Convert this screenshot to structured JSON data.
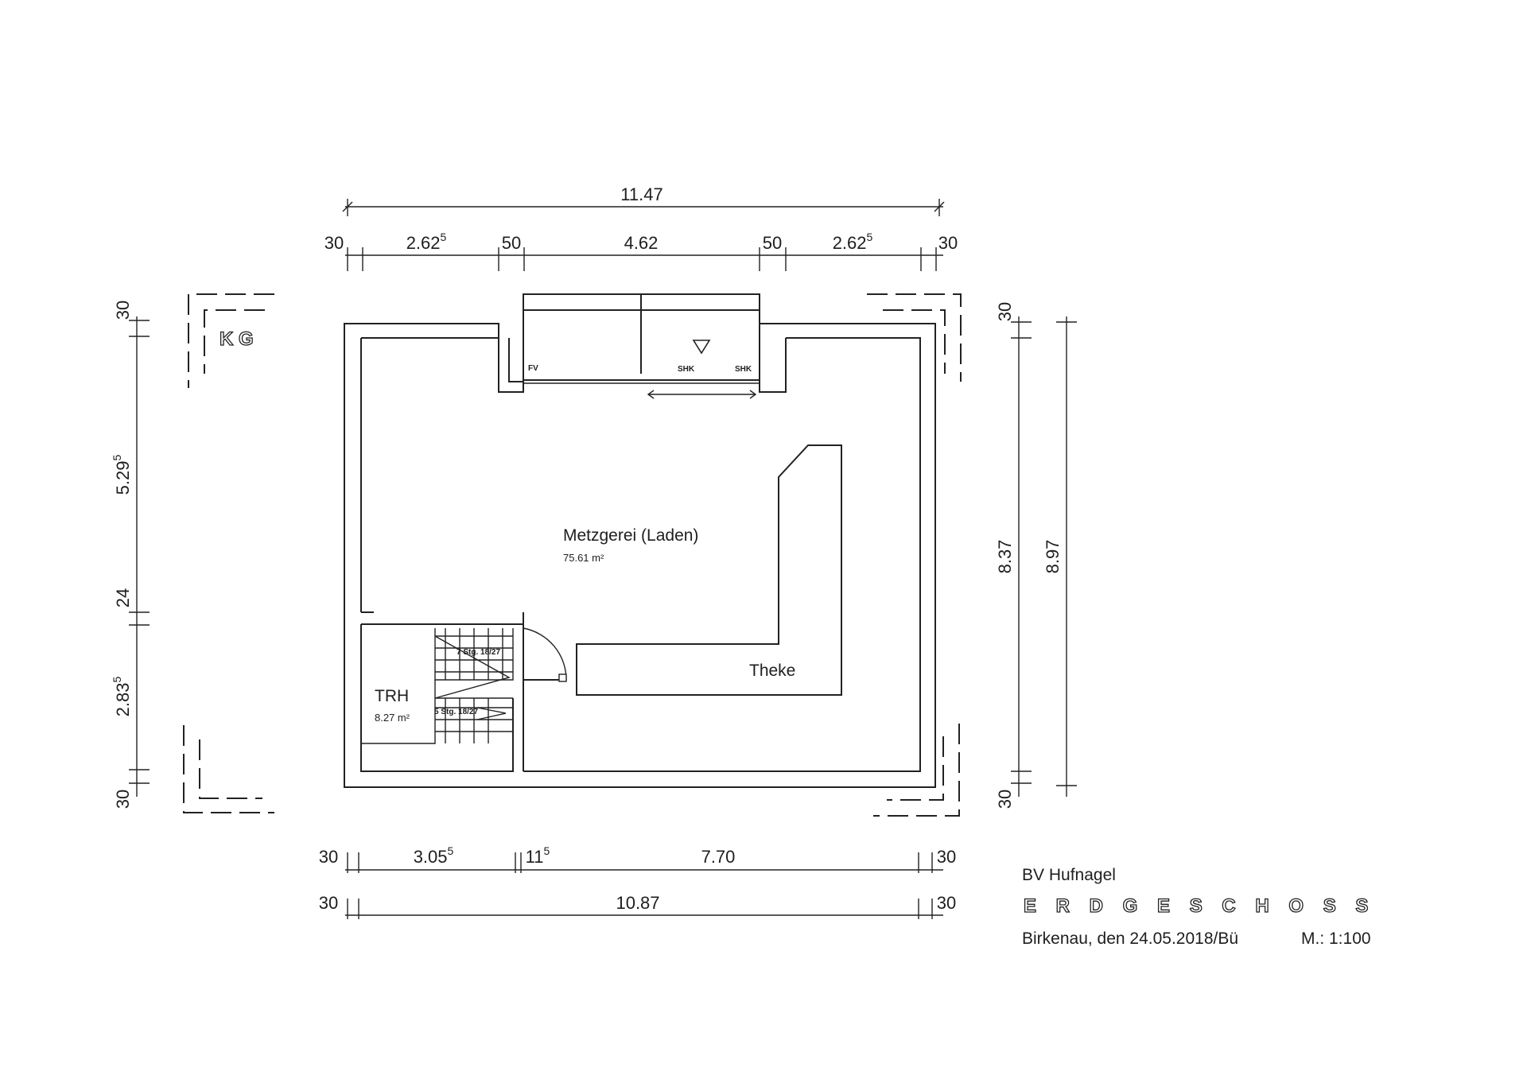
{
  "dimensions": {
    "top_total": "11.47",
    "top_left_wall": "30",
    "top_seg1": "2.62",
    "top_seg1_sup": "5",
    "top_pillar_left": "50",
    "top_mid": "4.62",
    "top_pillar_right": "50",
    "top_seg3": "2.62",
    "top_seg3_sup": "5",
    "top_right_wall": "30",
    "bottom1_left_wall": "30",
    "bottom1_seg1": "3.05",
    "bottom1_seg1_sup": "5",
    "bottom1_seg2": "11",
    "bottom1_seg2_sup": "5",
    "bottom1_seg3": "7.70",
    "bottom1_right_wall": "30",
    "bottom2_left_wall": "30",
    "bottom2_total": "10.87",
    "bottom2_right_wall": "30",
    "left_top_wall": "30",
    "left_seg1": "5.29",
    "left_seg1_sup": "5",
    "left_seg2": "24",
    "left_seg3": "2.83",
    "left_seg3_sup": "5",
    "left_bottom_wall": "30",
    "right_top_wall": "30",
    "right_inner": "8.37",
    "right_total": "8.97",
    "right_bottom_wall": "30"
  },
  "labels": {
    "kg": "K G",
    "fv": "FV",
    "shk_left": "SHK",
    "shk_right": "SHK"
  },
  "rooms": {
    "shop_name": "Metzgerei (Laden)",
    "shop_area": "75.61 m²",
    "counter": "Theke",
    "stair_name": "TRH",
    "stair_area": "8.27 m²",
    "stair_upper": "7 Stg. 18/27",
    "stair_lower": "5 Stg. 18/27"
  },
  "title_block": {
    "project": "BV Hufnagel",
    "floor": "E R D G E S C H O S S",
    "place_date": "Birkenau, den 24.05.2018/Bü",
    "scale": "M.: 1:100"
  }
}
